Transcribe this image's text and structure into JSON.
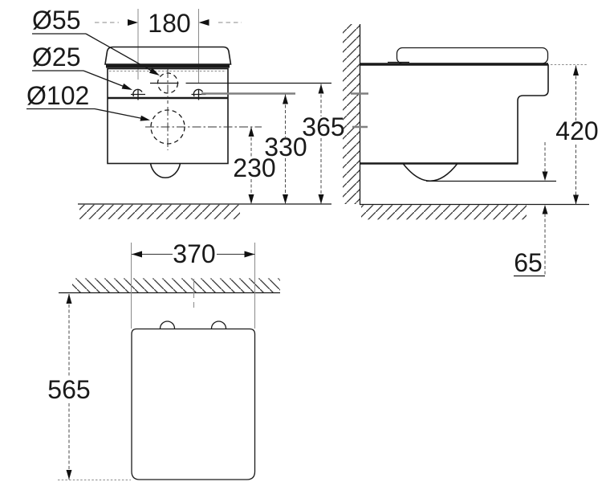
{
  "drawing": {
    "rear_view": {
      "labels": {
        "hole_55": "Ø55",
        "hole_25": "Ø25",
        "hole_102": "Ø102"
      },
      "dims": {
        "hole_spacing": "180",
        "outlet_height": "230",
        "fixing_height": "330",
        "top_height": "365"
      }
    },
    "side_view": {
      "dims": {
        "total_height": "420",
        "floor_clearance": "65"
      }
    },
    "plan_view": {
      "dims": {
        "width": "370",
        "depth": "565"
      }
    },
    "colors": {
      "line": "#1a1a1a",
      "gray": "#808080",
      "background": "#ffffff"
    }
  }
}
